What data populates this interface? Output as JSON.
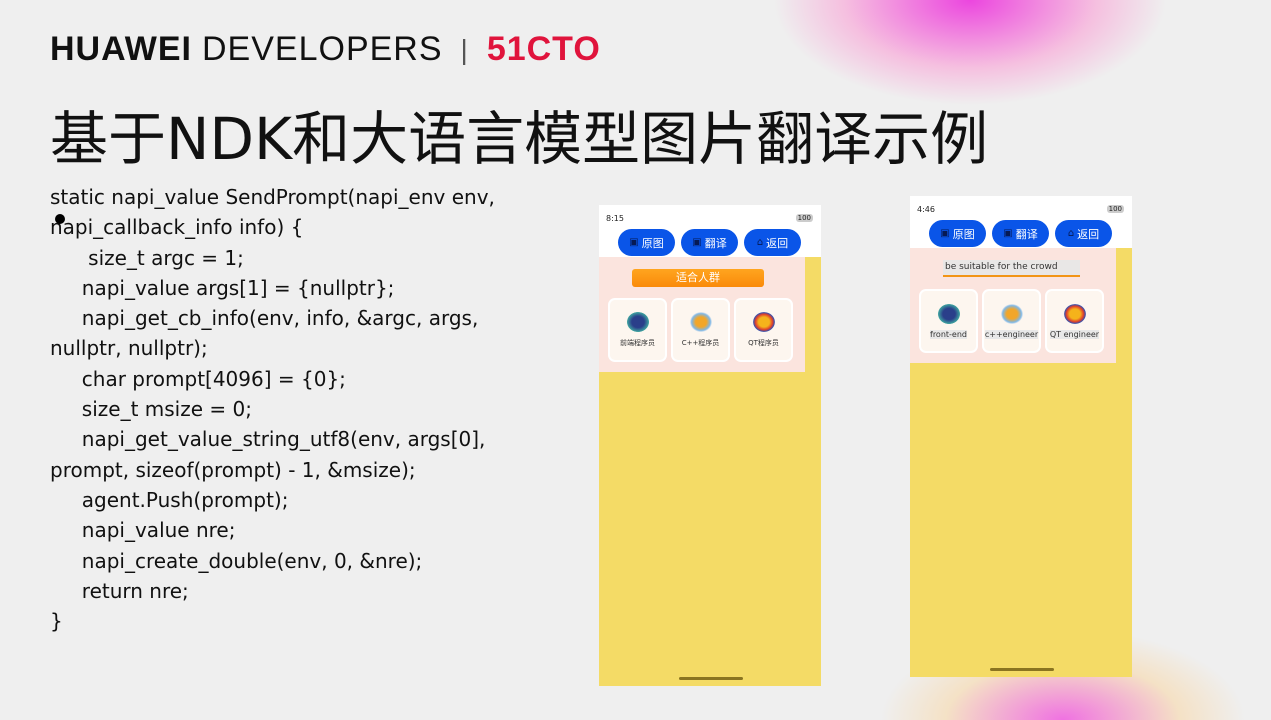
{
  "header": {
    "brand_bold": "HUAWEI",
    "brand_light": "DEVELOPERS",
    "separator": "|",
    "partner": "51CTO"
  },
  "title": "基于NDK和大语言模型图片翻译示例",
  "code": "static napi_value SendPrompt(napi_env env,\nnapi_callback_info info) {\n      size_t argc = 1;\n     napi_value args[1] = {nullptr};\n     napi_get_cb_info(env, info, &argc, args,\nnullptr, nullptr);\n     char prompt[4096] = {0};\n     size_t msize = 0;\n     napi_get_value_string_utf8(env, args[0],\nprompt, sizeof(prompt) - 1, &msize);\n     agent.Push(prompt);\n     napi_value nre;\n     napi_create_double(env, 0, &nre);\n     return nre;\n}",
  "phones": [
    {
      "time": "8:15",
      "battery": "100",
      "buttons": [
        "原图",
        "翻译",
        "返回"
      ],
      "heading": "适合人群",
      "cards": [
        "前端程序员",
        "C++程序员",
        "QT程序员"
      ]
    },
    {
      "time": "4:46",
      "battery": "100",
      "buttons": [
        "原图",
        "翻译",
        "返回"
      ],
      "heading": "be suitable for the crowd",
      "cards": [
        "front-end",
        "c++engineer",
        "QT engineer"
      ]
    }
  ]
}
